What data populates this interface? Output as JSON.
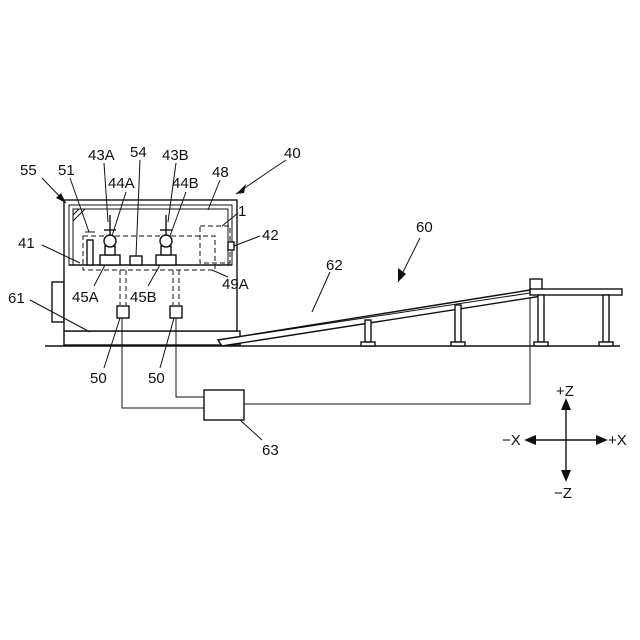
{
  "figure": {
    "labels": {
      "l40": "40",
      "l55": "55",
      "l51": "51",
      "l43A": "43A",
      "l54": "54",
      "l43B": "43B",
      "l44A": "44A",
      "l44B": "44B",
      "l48": "48",
      "l1": "1",
      "l42": "42",
      "l41": "41",
      "l45A": "45A",
      "l45B": "45B",
      "l49A": "49A",
      "l61": "61",
      "l50a": "50",
      "l50b": "50",
      "l60": "60",
      "l62": "62",
      "l63": "63"
    },
    "axes": {
      "pz": "+Z",
      "nz": "−Z",
      "px": "+X",
      "nx": "−X"
    }
  }
}
